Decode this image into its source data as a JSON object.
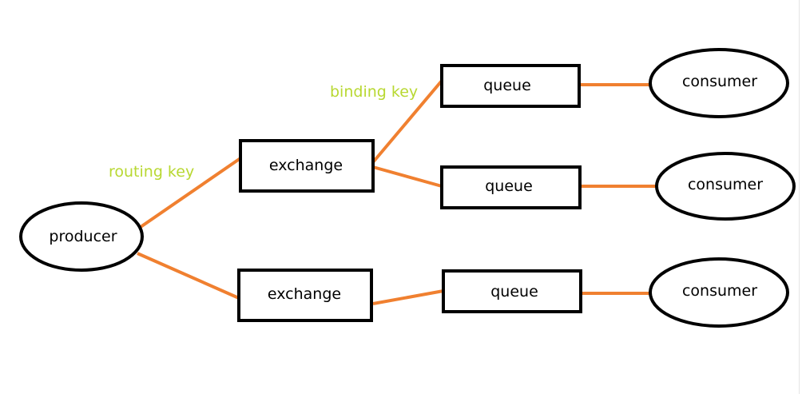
{
  "colors": {
    "edge": "#f08030",
    "edge_label": "#b8d832",
    "node_stroke": "#000000",
    "node_fill": "#ffffff"
  },
  "nodes": {
    "producer": "producer",
    "exchange_1": "exchange",
    "exchange_2": "exchange",
    "queue_1": "queue",
    "queue_2": "queue",
    "queue_3": "queue",
    "consumer_1": "consumer",
    "consumer_2": "consumer",
    "consumer_3": "consumer"
  },
  "edge_labels": {
    "routing_key": "routing key",
    "binding_key": "binding key"
  },
  "edges": [
    {
      "from": "producer",
      "to": "exchange_1"
    },
    {
      "from": "producer",
      "to": "exchange_2"
    },
    {
      "from": "exchange_1",
      "to": "queue_1"
    },
    {
      "from": "exchange_1",
      "to": "queue_2"
    },
    {
      "from": "exchange_2",
      "to": "queue_3"
    },
    {
      "from": "queue_1",
      "to": "consumer_1"
    },
    {
      "from": "queue_2",
      "to": "consumer_2"
    },
    {
      "from": "queue_3",
      "to": "consumer_3"
    }
  ]
}
